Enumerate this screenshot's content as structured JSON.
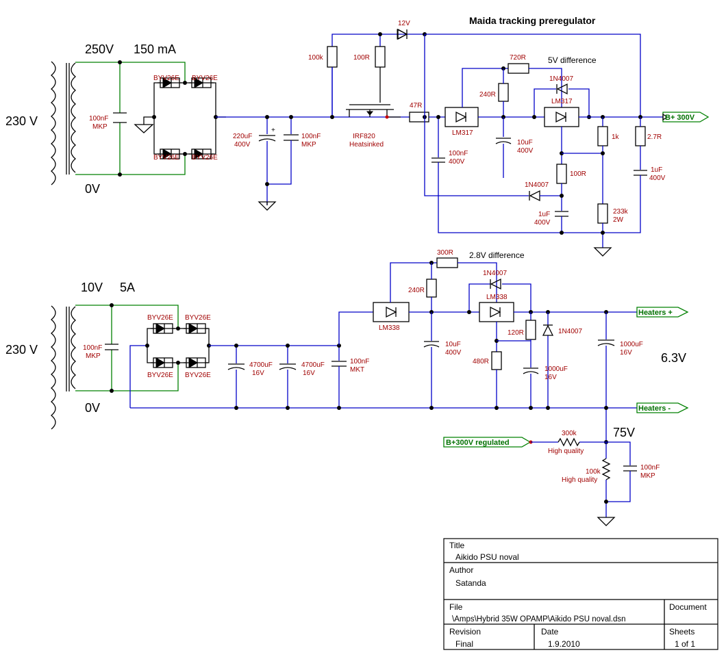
{
  "labels": {
    "title": "Maida tracking preregulator",
    "v230a": "230 V",
    "v250": "250V",
    "ma150": "150 mA",
    "v0a": "0V",
    "v230b": "230 V",
    "v10": "10V",
    "a5": "5A",
    "v0b": "0V",
    "v63": "6.3V",
    "v75": "75V",
    "diff5": "5V difference",
    "diff28": "2.8V difference"
  },
  "components": {
    "d_12v": "12V",
    "r_100k_top": "100k",
    "r_100r_top": "100R",
    "r_720r": "720R",
    "d_1n4007_a": "1N4007",
    "r_240r_a": "240R",
    "lm317_a": "LM317",
    "lm317_b": "LM317",
    "r_47r": "47R",
    "irf820": "IRF820",
    "heatsinked": "Heatsinked",
    "c_100nf_mkp1a": "100nF",
    "c_100nf_mkp1b": "MKP",
    "byv_1": "BYV26E",
    "byv_2": "BYV26E",
    "byv_3": "BYV26E",
    "byv_4": "BYV26E",
    "c_220uf_a": "220uF",
    "c_220uf_b": "400V",
    "c_100nf_mkp2a": "100nF",
    "c_100nf_mkp2b": "MKP",
    "c_100nf_400a": "100nF",
    "c_100nf_400b": "400V",
    "c_10uf_a1": "10uF",
    "c_10uf_a2": "400V",
    "r_1k": "1k",
    "r_27r": "2.7R",
    "r_100r_b": "100R",
    "c_1uf_a1": "1uF",
    "c_1uf_a2": "400V",
    "d_1n4007_b": "1N4007",
    "c_1uf_b1": "1uF",
    "c_1uf_b2": "400V",
    "r_233k_a": "233k",
    "r_233k_b": "2W",
    "bplus": "B+ 300V",
    "r_300r": "300R",
    "d_1n4007_c": "1N4007",
    "lm338_b": "LM338",
    "r_240r_b": "240R",
    "lm338_a": "LM338",
    "c_100nf_mkp3a": "100nF",
    "c_100nf_mkp3b": "MKP",
    "byv_5": "BYV26E",
    "byv_6": "BYV26E",
    "byv_7": "BYV26E",
    "byv_8": "BYV26E",
    "c_4700_a1": "4700uF",
    "c_4700_a2": "16V",
    "c_4700_b1": "4700uF",
    "c_4700_b2": "16V",
    "c_100nf_mkt1": "100nF",
    "c_100nf_mkt2": "MKT",
    "c_10uf_b1": "10uF",
    "c_10uf_b2": "400V",
    "r_120r": "120R",
    "d_1n4007_d": "1N4007",
    "c_1000_a1": "1000uF",
    "c_1000_a2": "16V",
    "r_480r": "480R",
    "c_1000_b1": "1000uF",
    "c_1000_b2": "16V",
    "heaters_plus": "Heaters +",
    "heaters_minus": "Heaters -",
    "bplus_reg": "B+300V regulated",
    "r_300k_a": "300k",
    "r_300k_b": "High quality",
    "r_100k_hq_a": "100k",
    "r_100k_hq_b": "High quality",
    "c_100nf_mkp4a": "100nF",
    "c_100nf_mkp4b": "MKP"
  },
  "titleblock": {
    "title_label": "Title",
    "title_value": "Aikido PSU noval",
    "author_label": "Author",
    "author_value": "Satanda",
    "file_label": "File",
    "file_value": "\\Amps\\Hybrid 35W OPAMP\\Aikido PSU noval.dsn",
    "document_label": "Document",
    "revision_label": "Revision",
    "revision_value": "Final",
    "date_label": "Date",
    "date_value": "1.9.2010",
    "sheets_label": "Sheets",
    "sheets_value": "1 of 1"
  }
}
